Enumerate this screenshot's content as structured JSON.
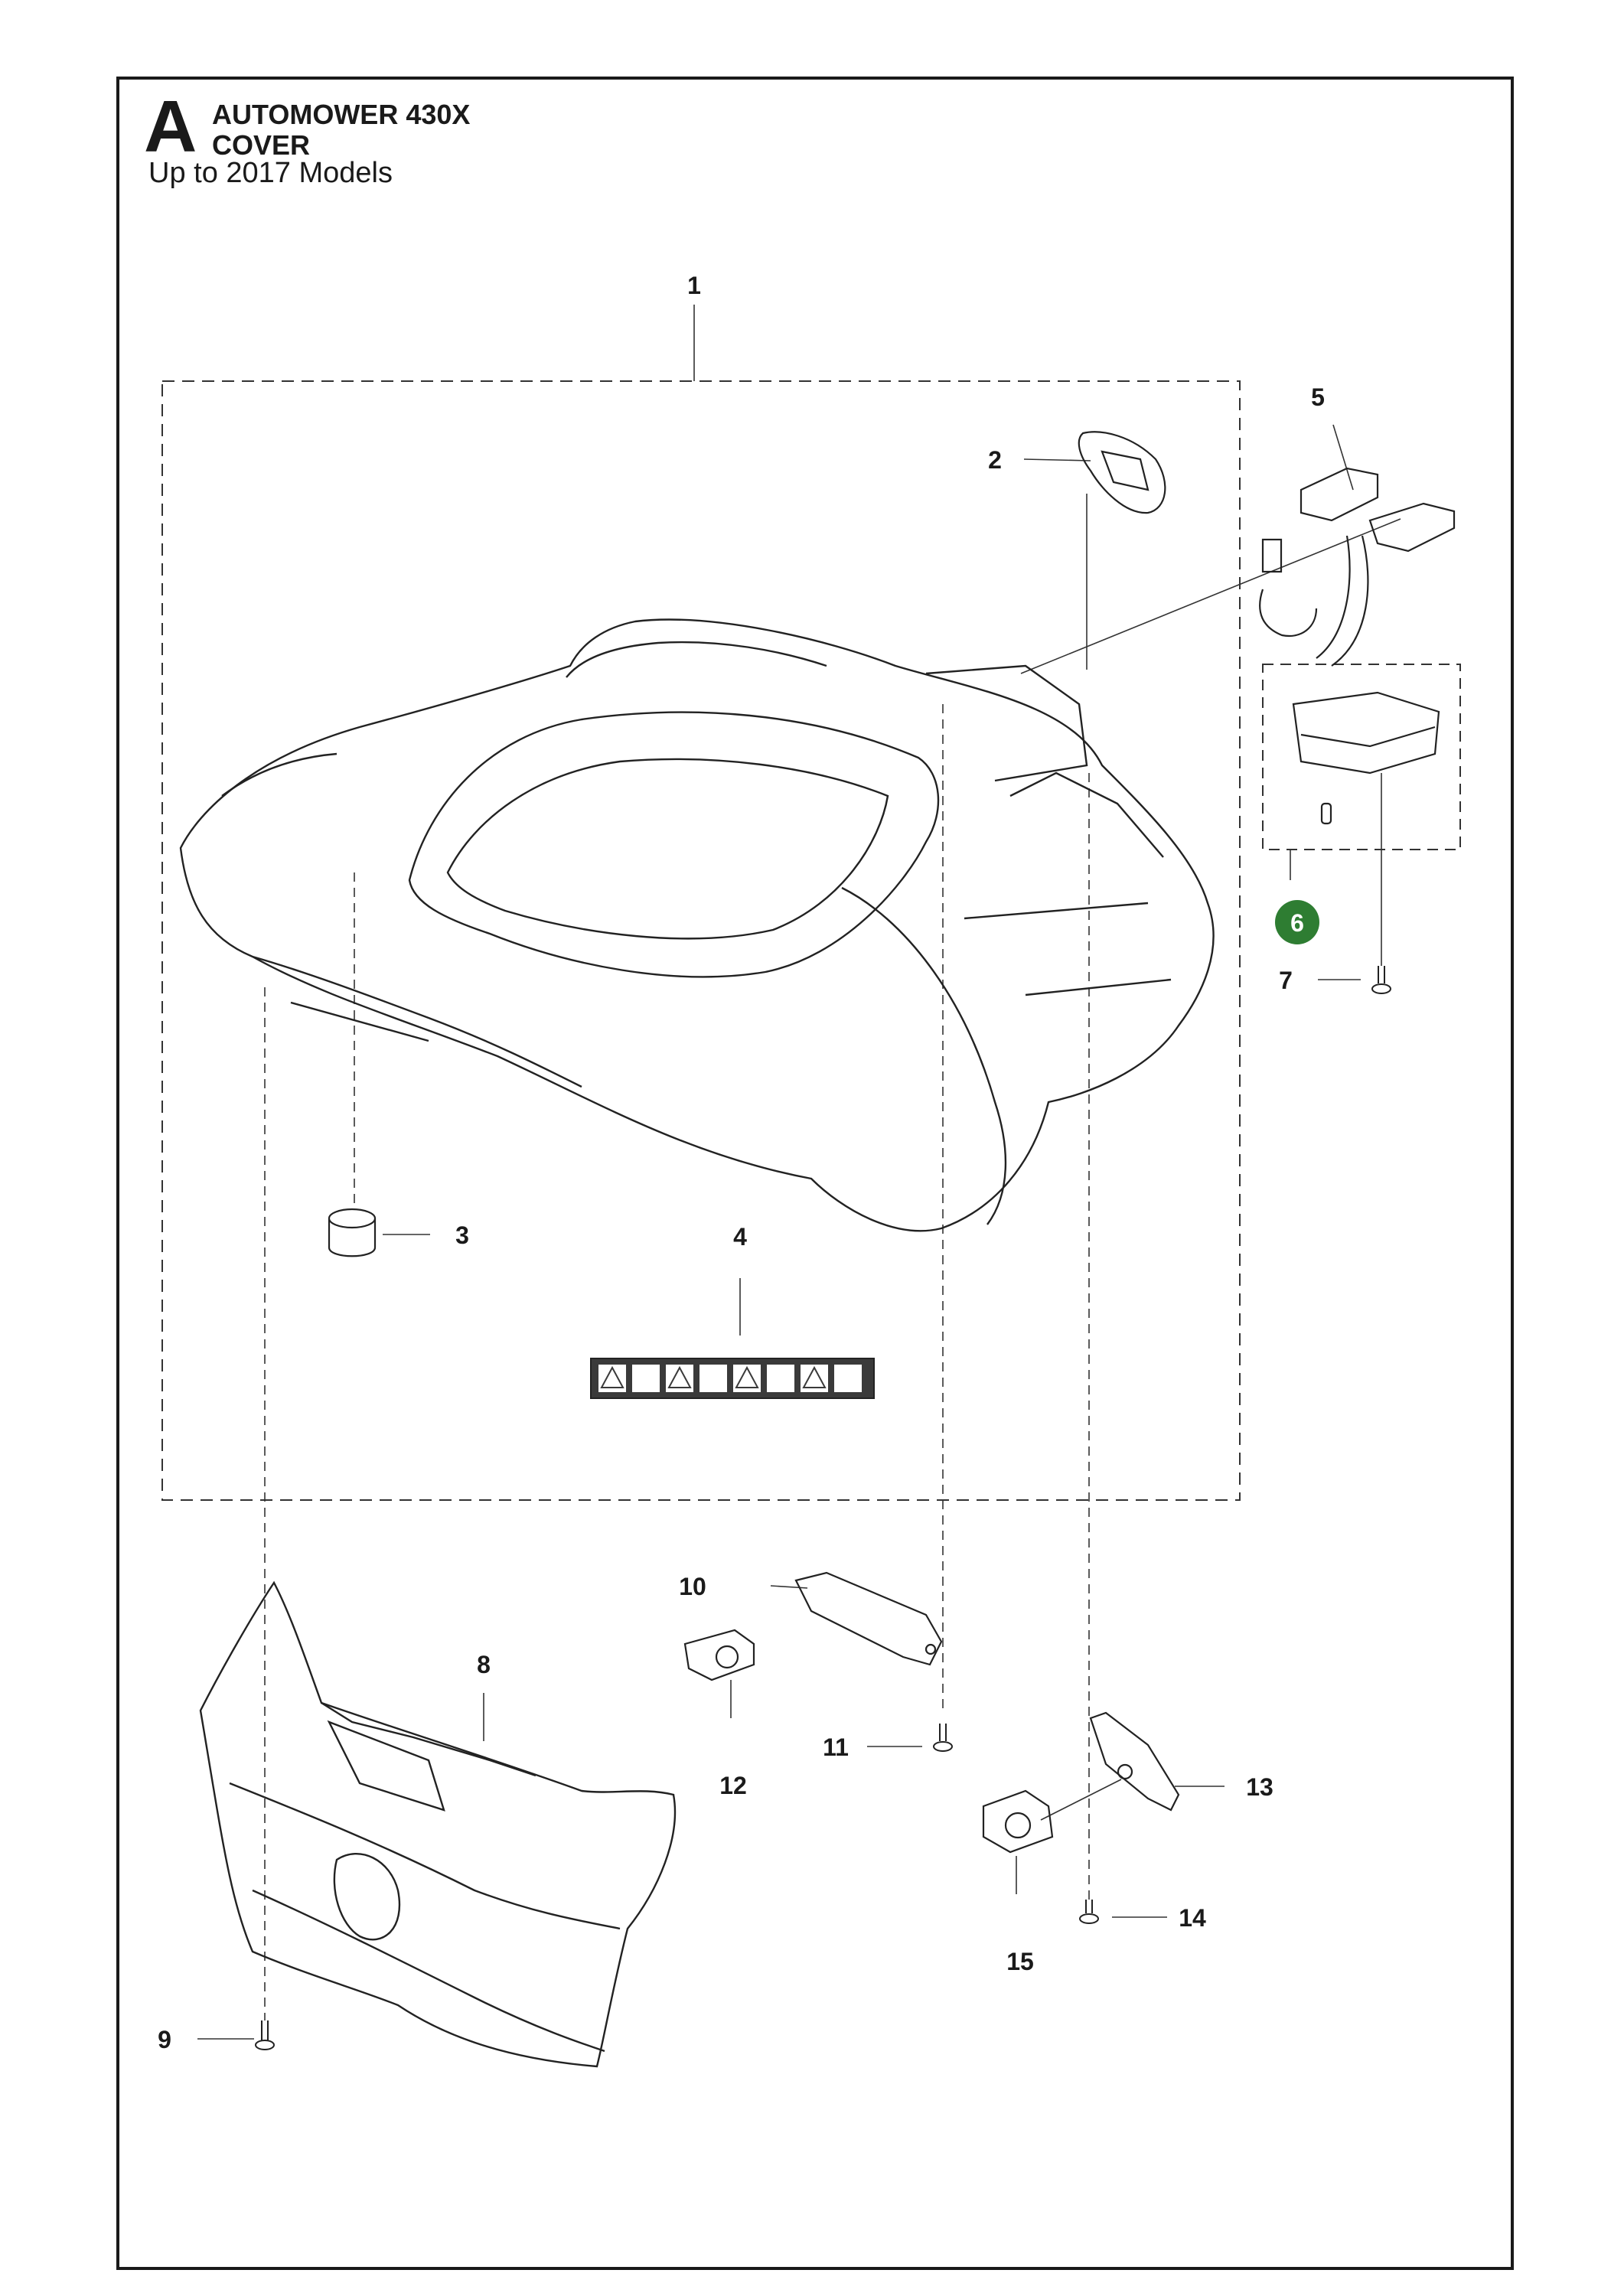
{
  "header": {
    "section_letter": "A",
    "model": "AUTOMOWER 430X",
    "group": "COVER",
    "subtitle": "Up to 2017 Models"
  },
  "highlight_color": "#2e7d32",
  "callouts": [
    "1",
    "2",
    "3",
    "4",
    "5",
    "6",
    "7",
    "8",
    "9",
    "10",
    "11",
    "12",
    "13",
    "14",
    "15"
  ],
  "highlighted_callout": "6"
}
